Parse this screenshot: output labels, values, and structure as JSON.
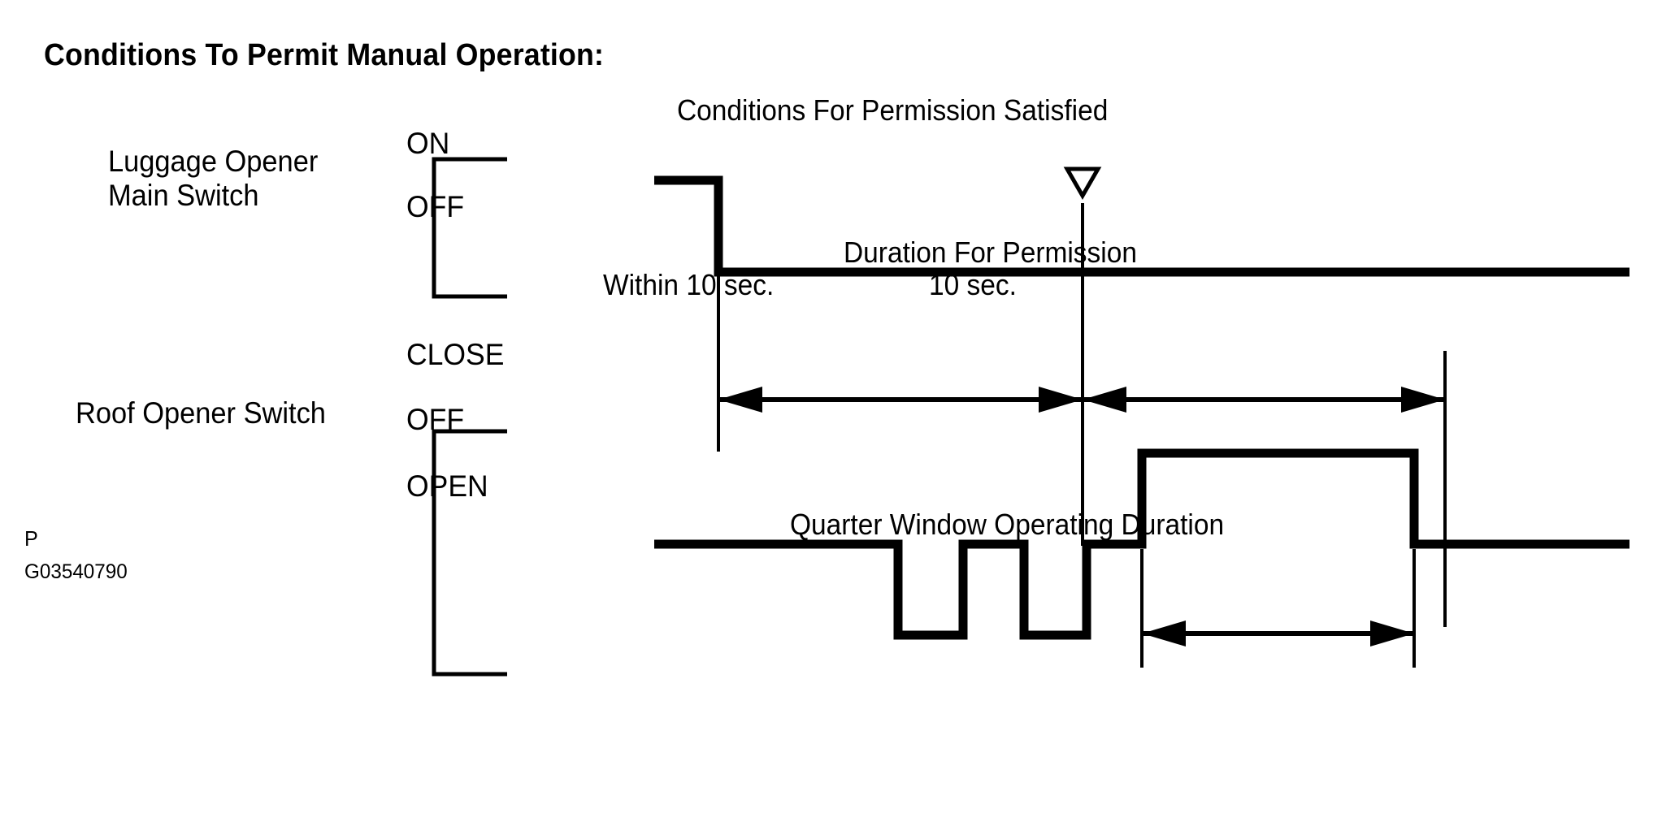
{
  "title": "Conditions To Permit Manual Operation:",
  "signals": [
    {
      "name": "luggage-opener-main-switch",
      "label_line1": "Luggage  Opener",
      "label_line2": "Main Switch",
      "states": [
        "ON",
        "OFF"
      ]
    },
    {
      "name": "roof-opener-switch",
      "label_line1": "Roof Opener Switch",
      "label_line2": "",
      "states": [
        "CLOSE",
        "OFF",
        "OPEN"
      ]
    }
  ],
  "annotations": {
    "permission_marker": "Conditions For Permission Satisfied",
    "within_label": "Within 10 sec.",
    "duration_title": "Duration For Permission",
    "duration_value": "10 sec.",
    "quarter_window": "Quarter Window Operating Duration"
  },
  "footer": {
    "page_mark": "P",
    "figure_code": "G03540790"
  },
  "colors": {
    "ink": "#000000",
    "paper": "#ffffff"
  },
  "chart_data": {
    "type": "line",
    "title": "Conditions To Permit Manual Operation:",
    "xlabel": "",
    "ylabel": "",
    "grid": false,
    "legend_position": "none",
    "series": [
      {
        "name": "Luggage Opener Main Switch",
        "levels": [
          "ON",
          "OFF"
        ],
        "points": [
          {
            "x": 0,
            "state": "ON"
          },
          {
            "x": 1.0,
            "state": "OFF"
          },
          {
            "x": 15.0,
            "state": "OFF"
          }
        ]
      },
      {
        "name": "Roof Opener Switch",
        "levels": [
          "CLOSE",
          "OFF",
          "OPEN"
        ],
        "points": [
          {
            "x": 0,
            "state": "OFF"
          },
          {
            "x": 2.8,
            "state": "OPEN"
          },
          {
            "x": 3.8,
            "state": "OFF"
          },
          {
            "x": 4.7,
            "state": "OPEN"
          },
          {
            "x": 5.7,
            "state": "OFF"
          },
          {
            "x": 6.6,
            "state": "CLOSE"
          },
          {
            "x": 10.8,
            "state": "OFF"
          },
          {
            "x": 15.0,
            "state": "OFF"
          }
        ]
      }
    ],
    "markers": [
      {
        "label": "Conditions For Permission Satisfied",
        "x": 5.7,
        "glyph": "hollow-down-triangle"
      }
    ],
    "intervals": [
      {
        "label": "Within 10 sec.",
        "from": 1.0,
        "to": 5.7,
        "value": "10 sec."
      },
      {
        "label": "Duration For Permission",
        "from": 5.7,
        "to": 11.3,
        "value": "10 sec."
      },
      {
        "label": "Quarter Window Operating Duration",
        "from": 6.6,
        "to": 10.8,
        "value": ""
      }
    ]
  }
}
